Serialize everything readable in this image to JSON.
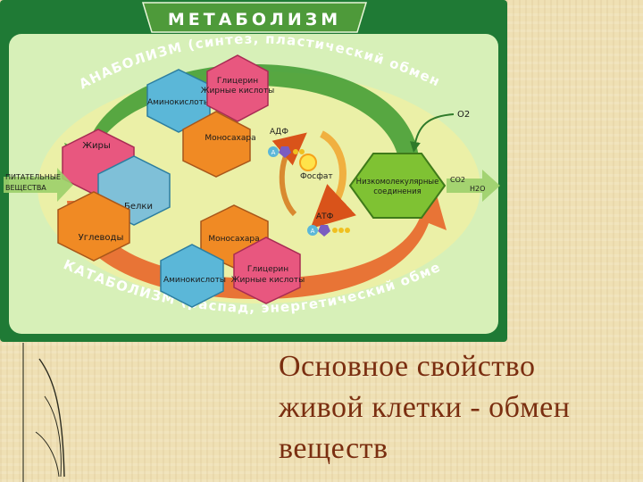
{
  "title": "МЕТАБОЛИЗМ",
  "anabolism_label": "АНАБОЛИЗМ (синтез, пластический обмен)",
  "catabolism_label": "КАТАБОЛИЗМ (распад, энергетический обмен)",
  "nodes": {
    "amino_top": "Аминокислоты",
    "glycerol_top_1": "Глицерин",
    "glycerol_top_2": "Жирные кислоты",
    "mono_top": "Моносахара",
    "fats": "Жиры",
    "proteins": "Белки",
    "carbs": "Углеводы",
    "mono_bottom": "Моносахара",
    "amino_bottom": "Аминокислоты",
    "glycerol_bottom_1": "Глицерин",
    "glycerol_bottom_2": "Жирные кислоты",
    "lowmol_1": "Низкомолекулярные",
    "lowmol_2": "соединения"
  },
  "inputs": {
    "nutrients_1": "ПИТАТЕЛЬНЫЕ",
    "nutrients_2": "ВЕЩЕСТВА"
  },
  "molecules": {
    "adp": "АДФ",
    "phosphate": "Фосфат",
    "atp": "АТФ",
    "o2": "O2",
    "co2": "CO2",
    "h2o": "H2O",
    "a_letter_1": "А",
    "a_letter_2": "А"
  },
  "caption": {
    "line1": "Основное свойство",
    "line2": "живой клетки - обмен",
    "line3": "веществ"
  },
  "colors": {
    "frame": "#1f7a35",
    "inner": "#d7f0b8",
    "title_bg": "#4e9a3a",
    "title_text": "#ffffff",
    "anabolism_arrow": "#3d9a2f",
    "catabolism_arrow": "#e8662a",
    "pink": "#e8577f",
    "blue": "#5bb7d8",
    "orange": "#f08a24",
    "green": "#7fc233",
    "caption_text": "#7a2e10"
  }
}
